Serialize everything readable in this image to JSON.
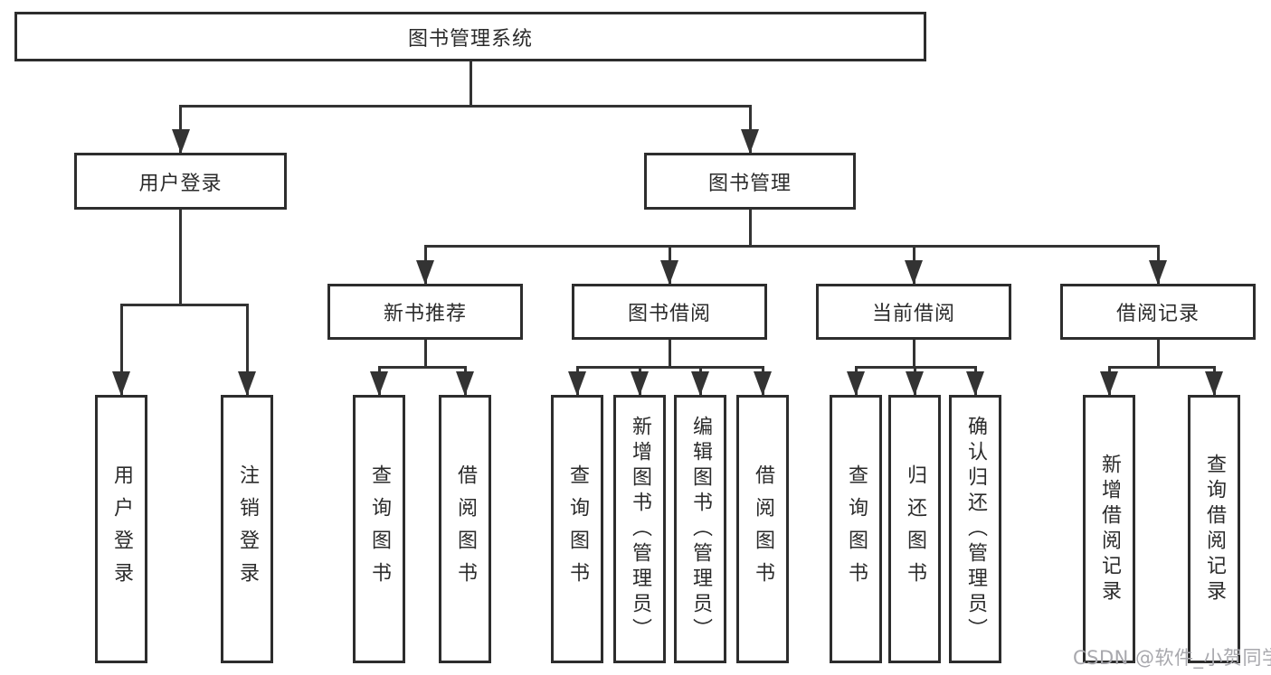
{
  "diagram_title": "图书管理系统",
  "tree": {
    "id": "root",
    "label": "图书管理系统",
    "children": [
      {
        "id": "login",
        "label": "用户登录",
        "children": [
          {
            "id": "login_user",
            "label": "用户登录"
          },
          {
            "id": "login_logout",
            "label": "注销登录"
          }
        ]
      },
      {
        "id": "mgmt",
        "label": "图书管理",
        "children": [
          {
            "id": "rec",
            "label": "新书推荐",
            "children": [
              {
                "id": "rec_query",
                "label": "查询图书"
              },
              {
                "id": "rec_borrow",
                "label": "借阅图书"
              }
            ]
          },
          {
            "id": "borrow",
            "label": "图书借阅",
            "children": [
              {
                "id": "borrow_query",
                "label": "查询图书"
              },
              {
                "id": "borrow_add",
                "label": "新增图书（管理员）"
              },
              {
                "id": "borrow_edit",
                "label": "编辑图书（管理员）"
              },
              {
                "id": "borrow_take",
                "label": "借阅图书"
              }
            ]
          },
          {
            "id": "cur",
            "label": "当前借阅",
            "children": [
              {
                "id": "cur_query",
                "label": "查询图书"
              },
              {
                "id": "cur_return",
                "label": "归还图书"
              },
              {
                "id": "cur_confirm",
                "label": "确认归还（管理员）"
              }
            ]
          },
          {
            "id": "record",
            "label": "借阅记录",
            "children": [
              {
                "id": "record_add",
                "label": "新增借阅记录"
              },
              {
                "id": "record_query",
                "label": "查询借阅记录"
              }
            ]
          }
        ]
      }
    ]
  },
  "watermark": {
    "text": "CSDN @软件_小贺同学"
  },
  "colors": {
    "line": "#333333",
    "box_border": "#2d2d2d",
    "text": "#2b2b2b",
    "watermark": "#a8a8ad",
    "background": "#ffffff"
  }
}
